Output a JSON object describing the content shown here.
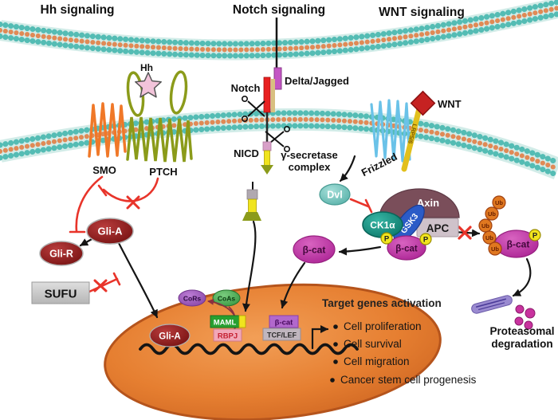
{
  "titles": {
    "hh": "Hh signaling",
    "notch": "Notch signaling",
    "wnt": "WNT signaling"
  },
  "hh": {
    "ligand": "Hh",
    "smo": "SMO",
    "ptch": "PTCH",
    "gli_a": "Gli-A",
    "gli_r": "Gli-R",
    "sufu": "SUFU",
    "gli_a_nuclear": "Gli-A"
  },
  "notch": {
    "receptor": "Notch",
    "ligand": "Delta/Jagged",
    "nicd": "NICD",
    "secretase_line1": "γ-secretase",
    "secretase_line2": "complex",
    "cors": "CoRs",
    "coas": "CoAs",
    "maml": "MAML",
    "rbpj": "RBPJ"
  },
  "wnt": {
    "ligand": "WNT",
    "coreceptor": "LRP5/6",
    "frizzled": "Frizzled",
    "dvl": "Dvl",
    "ck1a": "CK1α",
    "gsk3": "GSK3",
    "axin": "Axin",
    "apc": "APC",
    "beta_cat": "β-cat",
    "tcf_lef": "TCF/LEF",
    "phospho": "P",
    "ubiquitin": "Ub"
  },
  "nucleus": {
    "target_title": "Target genes activation",
    "bullets": [
      "Cell proliferation",
      "Cell survival",
      "Cell migration",
      "Cancer stem cell progenesis"
    ]
  },
  "degradation": {
    "line1": "Proteasomal",
    "line2": "degradation"
  },
  "colors": {
    "membrane_teal": "#54bcb4",
    "membrane_orange": "#e08a56",
    "inhibition_red": "#e8342a",
    "nucleus_orange": "#e27c2e",
    "gli_red": "#8c1818",
    "beta_cat_magenta": "#c040a6",
    "wnt_red": "#c62222",
    "notch_red": "#e82020",
    "delta_magenta": "#c455c4",
    "axin_mauve": "#7a4e5a",
    "gsk3_blue": "#2b5bc7",
    "ck1a_teal": "#0f9180",
    "maml_green": "#28a030",
    "ub_orange": "#e07820"
  }
}
